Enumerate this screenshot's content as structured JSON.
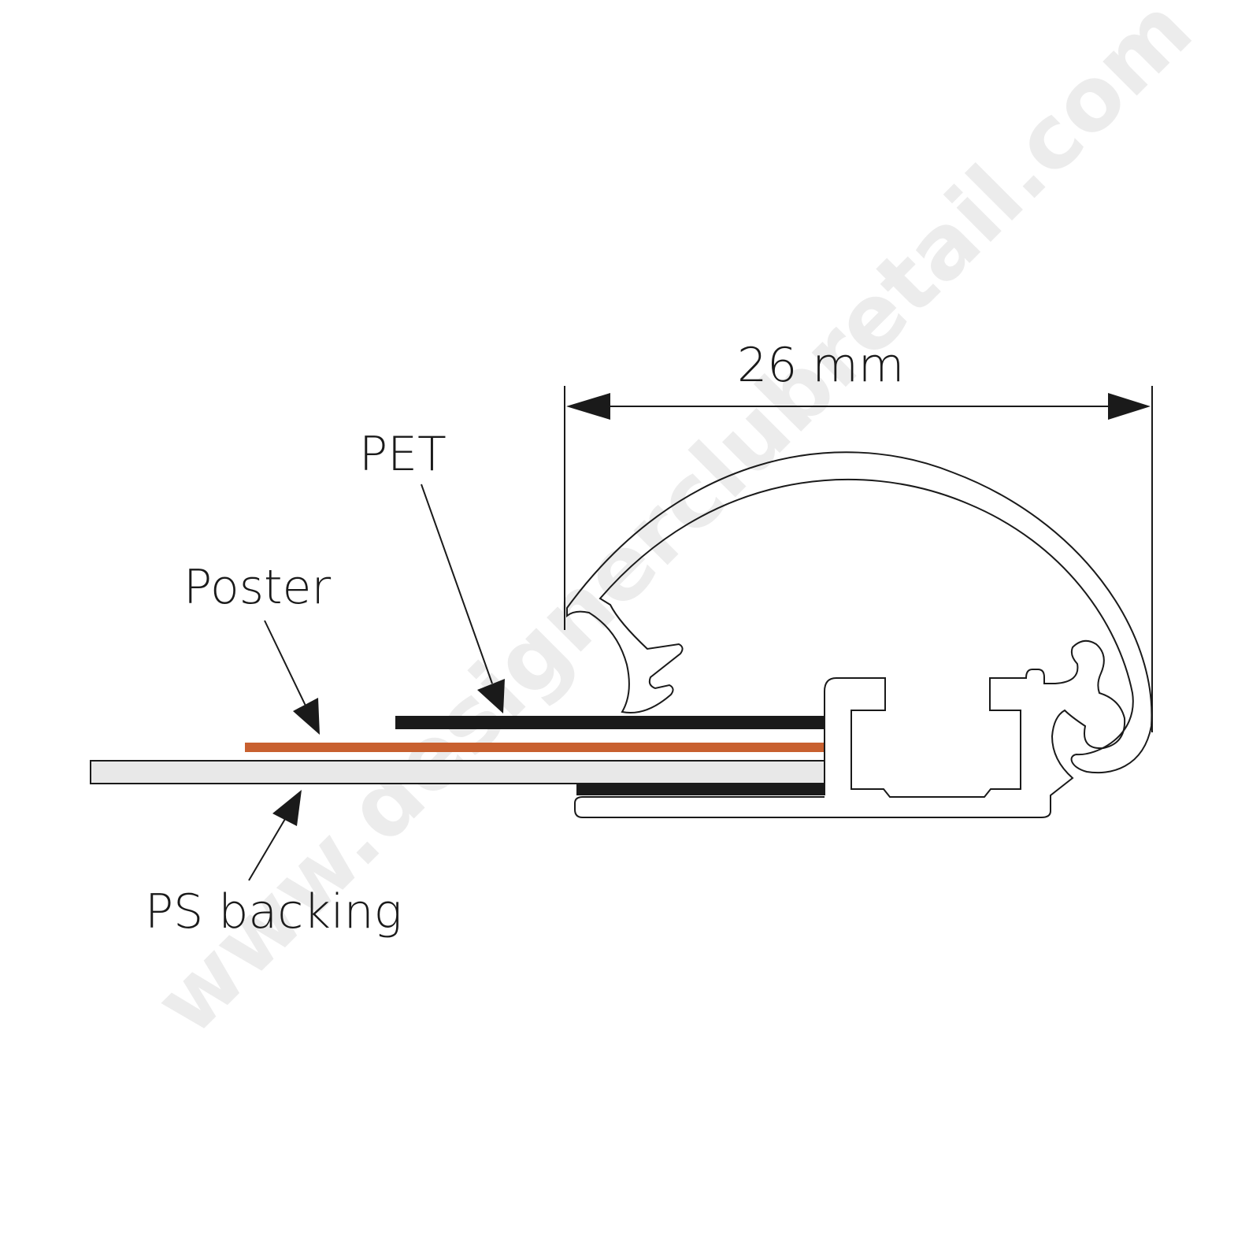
{
  "labels": {
    "pet": "PET",
    "poster": "Poster",
    "ps_backing": "PS backing",
    "dimension": "26 mm"
  },
  "watermark": "www.designerclubretail.com",
  "colors": {
    "background": "#ffffff",
    "line": "#1a1a1a",
    "pet_layer": "#1a1a1a",
    "poster_layer": "#c8602f",
    "backing_fill": "#e8e8e8",
    "watermark": "#ececec"
  }
}
